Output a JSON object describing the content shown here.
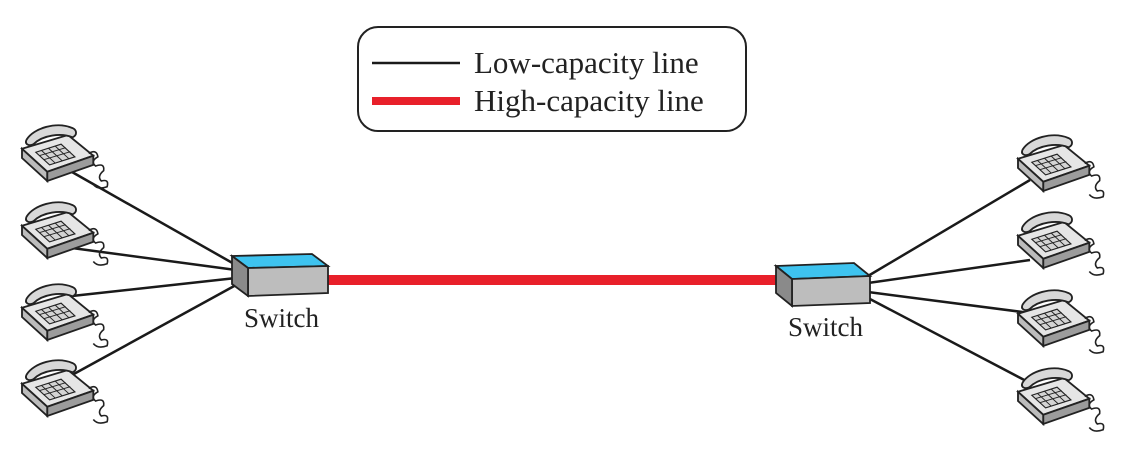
{
  "legend": {
    "low_label": "Low-capacity line",
    "high_label": "High-capacity line"
  },
  "switches": {
    "left_label": "Switch",
    "right_label": "Switch"
  },
  "colors": {
    "low_line": "#1a1a1a",
    "high_line": "#e8202a",
    "switch_top": "#3ec3ef",
    "switch_front": "#bdbdbd",
    "switch_side": "#8a8a8a",
    "phone_body": "#e2e2e2",
    "outline": "#222222"
  },
  "phones": {
    "left_count": 4,
    "right_count": 4
  }
}
